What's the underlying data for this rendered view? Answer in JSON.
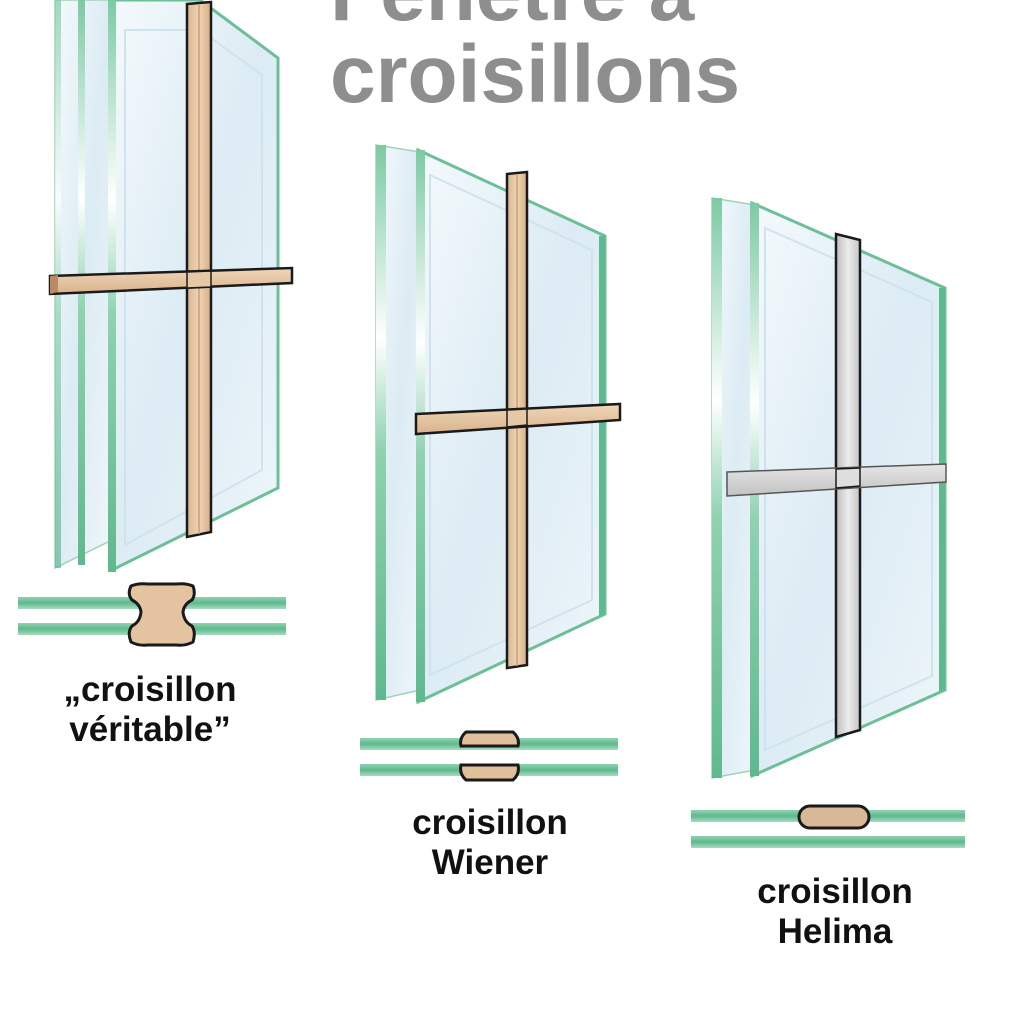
{
  "title": {
    "line1": "Fenêtre à",
    "line2": "croisillons"
  },
  "types": [
    {
      "id": "true",
      "label_line1": "„croisillon",
      "label_line2": "véritable”"
    },
    {
      "id": "wiener",
      "label_line1": "croisillon",
      "label_line2": "Wiener"
    },
    {
      "id": "helima",
      "label_line1": "croisillon",
      "label_line2": "Helima"
    }
  ],
  "colors": {
    "glass_edge": "#5fb98e",
    "glass_fill": "#e4f1f8",
    "wood_bar": "#e8c9a8",
    "metal_bar": "#d4d4d4",
    "outline": "#1a1a1a",
    "title": "#8e8e8e"
  }
}
